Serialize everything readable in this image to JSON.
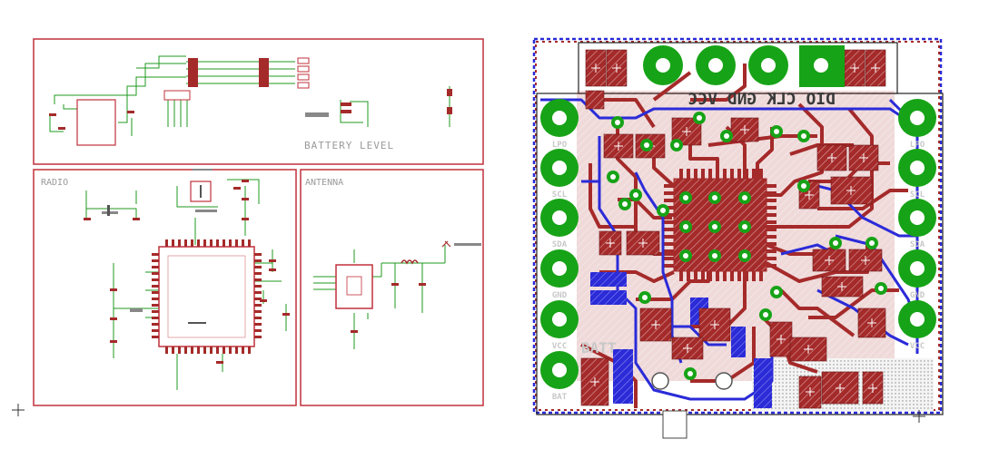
{
  "schematic": {
    "battery_label": "BATTERY LEVEL",
    "radio_label": "RADIO",
    "antenna_label": "ANTENNA"
  },
  "pcb": {
    "top_pin_labels_mirrored": "DIO CLK GND VCC",
    "left_pins": [
      "LPO",
      "SCL",
      "SDA",
      "GND",
      "VCC",
      "BAT"
    ],
    "right_pins": [
      "LPO",
      "SCL",
      "SDA",
      "GND",
      "VCC"
    ],
    "battery_silk": "BATT",
    "colors": {
      "top_copper": "#a52a2a",
      "bottom_copper": "#2b2bd8",
      "pads": "#17a317",
      "silk": "#c8c8c8",
      "frame": "#c0303b"
    }
  }
}
